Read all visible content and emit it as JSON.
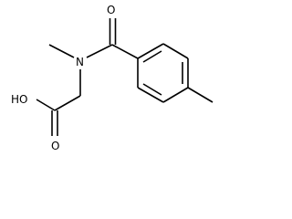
{
  "molecule": {
    "atoms": {
      "carbonyl_oxygen": "O",
      "amide_nitrogen": "N",
      "hydroxyl": "HO",
      "acid_oxygen": "O"
    }
  }
}
